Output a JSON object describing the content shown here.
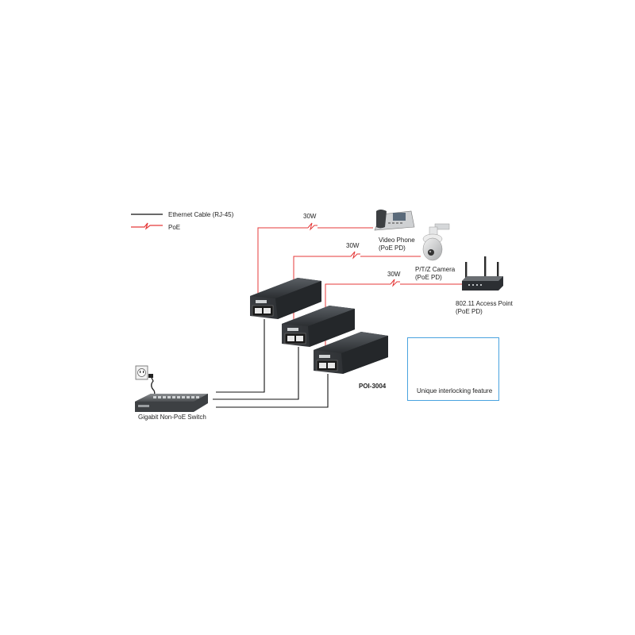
{
  "legend": {
    "ethernet_label": "Ethernet Cable (RJ-45)",
    "poe_label": "PoE",
    "ethernet_color": "#111111",
    "poe_color": "#e53a3a"
  },
  "links": {
    "phone_watts": "30W",
    "camera_watts": "30W",
    "ap_watts": "30W"
  },
  "devices": {
    "video_phone": {
      "line1": "Video Phone",
      "line2": "(PoE PD)"
    },
    "ptz_camera": {
      "line1": "P/T/Z Camera",
      "line2": "(PoE PD)"
    },
    "access_point": {
      "line1": "802.11 Access Point",
      "line2": "(PoE PD)"
    },
    "switch": {
      "label": "Gigabit Non-PoE Switch"
    },
    "injector": {
      "model": "POI-3004"
    }
  },
  "inset": {
    "caption": "Unique interlocking feature",
    "border_color": "#4aa3df",
    "arrow_color": "#4aa3df"
  }
}
